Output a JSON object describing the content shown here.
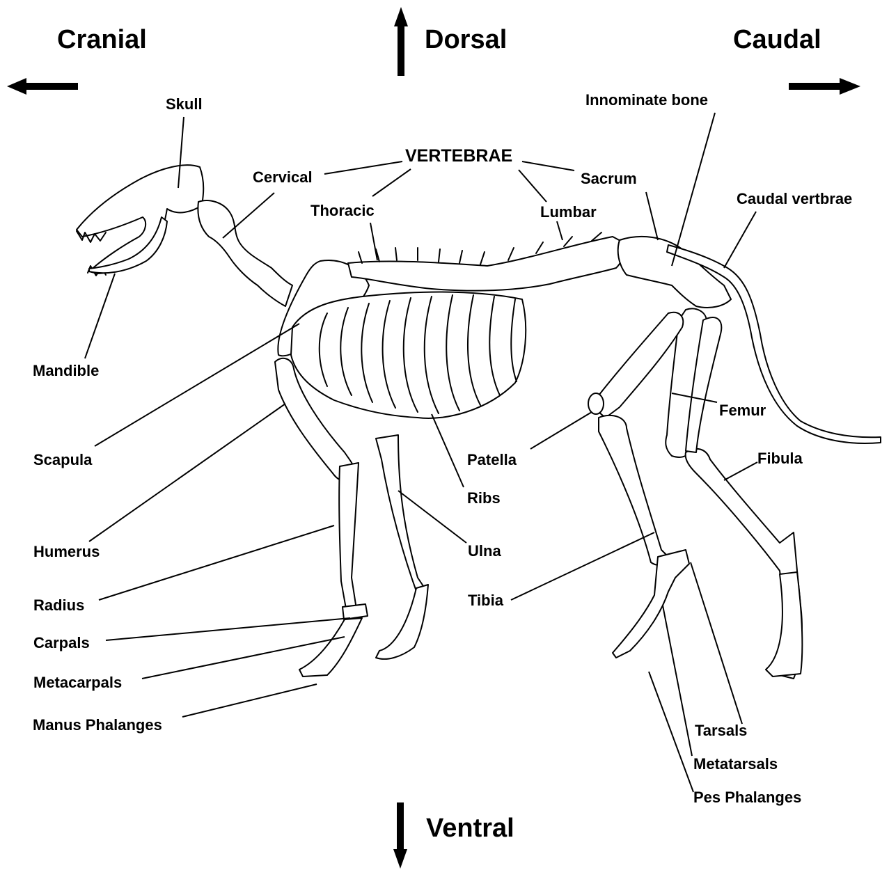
{
  "directions": {
    "cranial": "Cranial",
    "dorsal": "Dorsal",
    "caudal": "Caudal",
    "ventral": "Ventral"
  },
  "vertebrae": {
    "heading": "VERTEBRAE",
    "cervical": "Cervical",
    "thoracic": "Thoracic",
    "lumbar": "Lumbar",
    "sacrum": "Sacrum",
    "caudal_vertebrae": "Caudal vertbrae"
  },
  "parts": {
    "skull": "Skull",
    "innominate_bone": "Innominate bone",
    "mandible": "Mandible",
    "scapula": "Scapula",
    "humerus": "Humerus",
    "radius": "Radius",
    "carpals": "Carpals",
    "metacarpals": "Metacarpals",
    "manus_phalanges": "Manus Phalanges",
    "femur": "Femur",
    "patella": "Patella",
    "fibula": "Fibula",
    "ribs": "Ribs",
    "ulna": "Ulna",
    "tibia": "Tibia",
    "tarsals": "Tarsals",
    "metatarsals": "Metatarsals",
    "pes_phalanges": "Pes Phalanges"
  },
  "colors": {
    "ink": "#000000",
    "paper": "#ffffff"
  }
}
